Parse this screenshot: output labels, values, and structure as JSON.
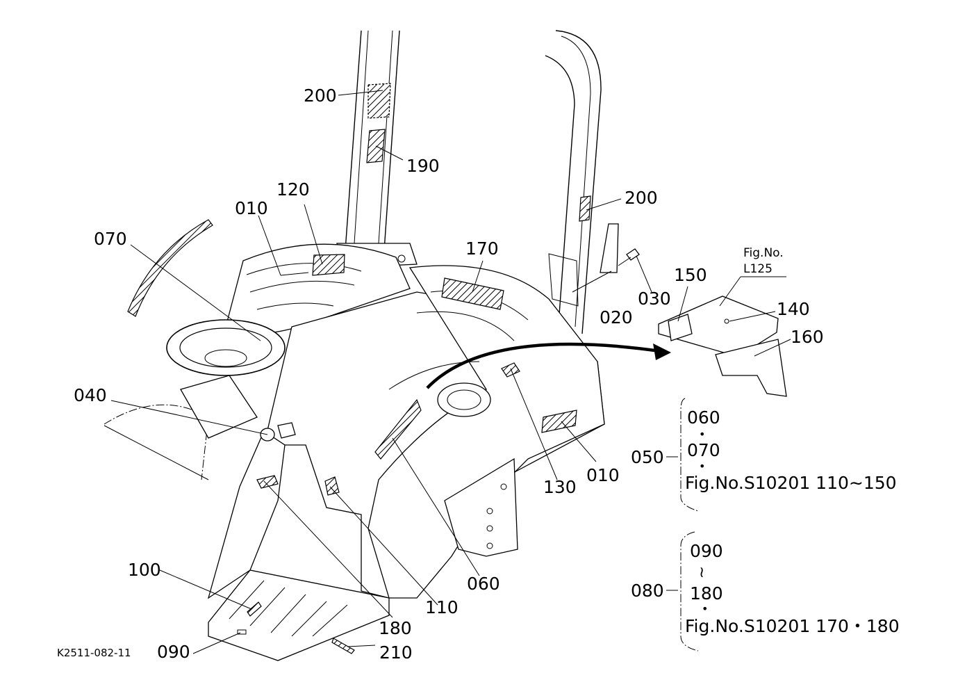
{
  "drawing_id": "K2511-082-11",
  "callouts": {
    "c200a": "200",
    "c190": "190",
    "c120": "120",
    "c010a": "010",
    "c070": "070",
    "c170": "170",
    "c200b": "200",
    "c020": "020",
    "c030": "030",
    "c150": "150",
    "c140": "140",
    "c160": "160",
    "c040": "040",
    "c130": "130",
    "c010b": "010",
    "c100": "100",
    "c090": "090",
    "c180": "180",
    "c110": "110",
    "c060": "060",
    "c210": "210"
  },
  "figref": {
    "prefix": "Fig.No.",
    "code": "L125"
  },
  "group_050": {
    "label": "050",
    "item1": "060",
    "sep1": "•",
    "item2": "070",
    "sep2": "•",
    "ref": "Fig.No.S10201  110∼150"
  },
  "group_080": {
    "label": "080",
    "item1": "090",
    "sep1": "≀",
    "item2": "180",
    "sep2": "•",
    "ref": "Fig.No.S10201  170・180"
  }
}
